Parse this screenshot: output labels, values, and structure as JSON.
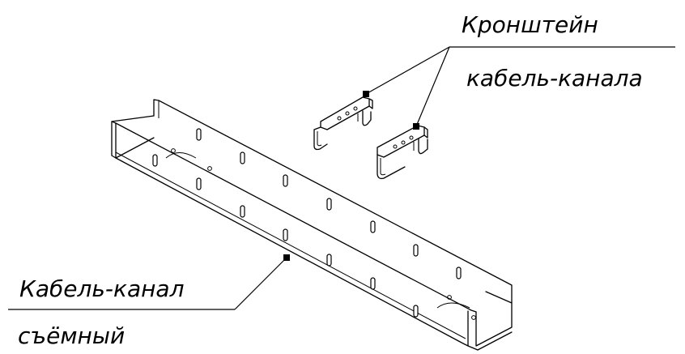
{
  "labels": {
    "bracket_line1": "Кронштейн",
    "bracket_line2": "кабель-канала",
    "channel_line1": "Кабель-канал",
    "channel_line2": "съёмный"
  },
  "colors": {
    "line": "#000000",
    "background": "#ffffff"
  }
}
